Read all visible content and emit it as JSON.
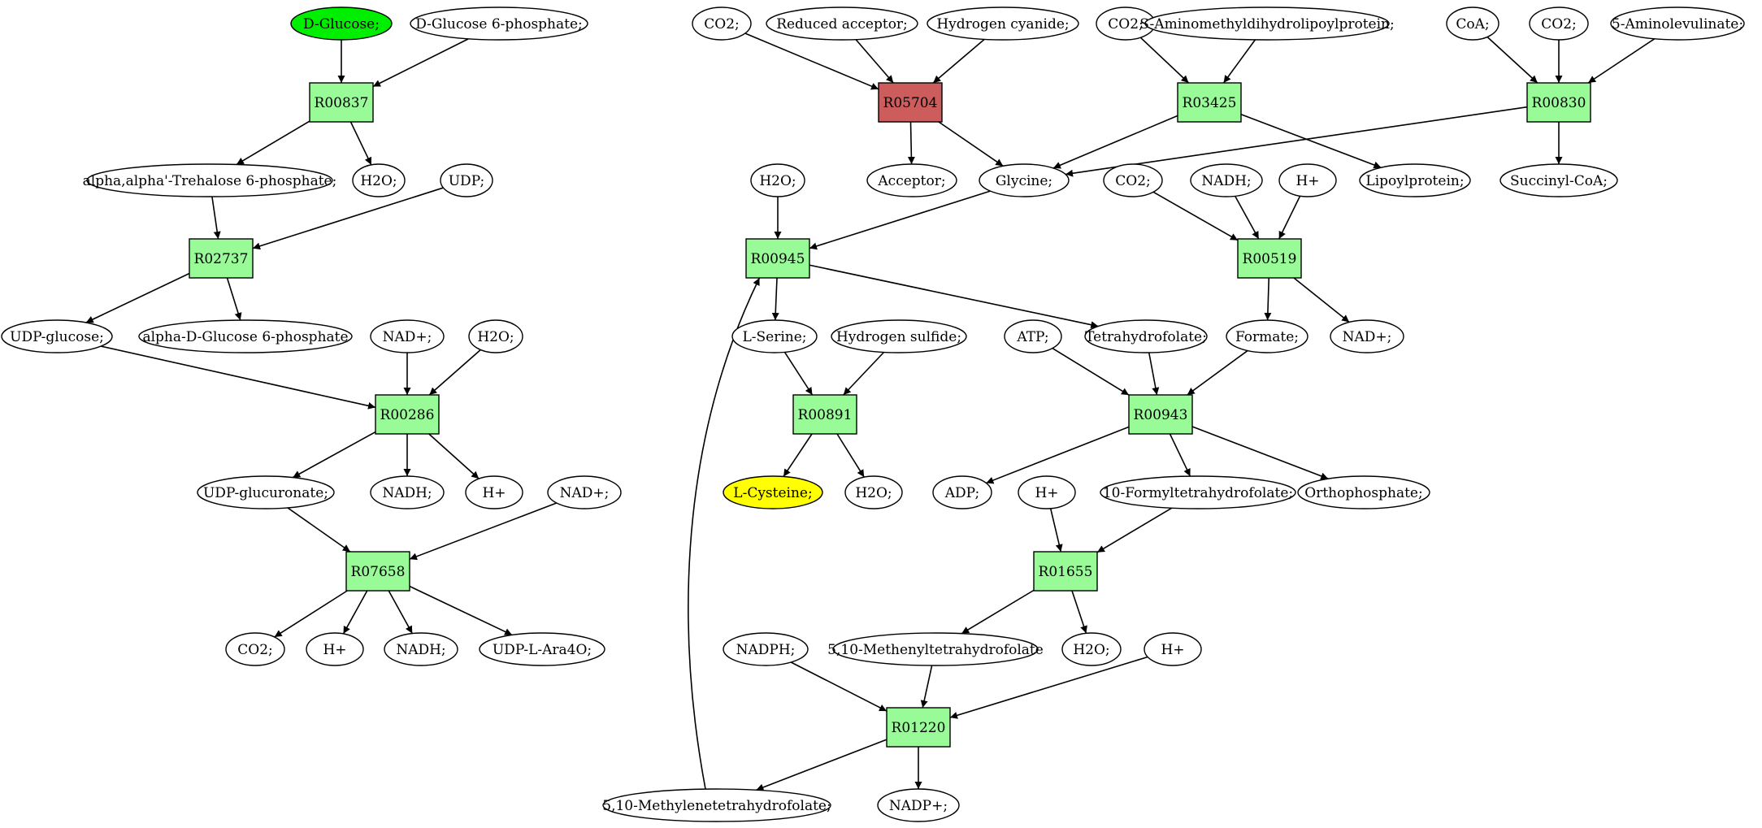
{
  "colors": {
    "reaction_fill": "#98fb98",
    "reaction_highlight_fill": "#cd5c5c",
    "compound_fill": "#ffffff",
    "start_fill": "#00ee00",
    "target_fill": "#ffff00",
    "edge": "#000000"
  },
  "nodes": {
    "c_dglucose": {
      "label": "D-Glucose;",
      "kind": "compound",
      "fill": "#00ee00"
    },
    "c_dglucose6p": {
      "label": "D-Glucose 6-phosphate;",
      "kind": "compound"
    },
    "r_R00837": {
      "label": "R00837",
      "kind": "reaction"
    },
    "c_trehalose6p": {
      "label": "alpha,alpha'-Trehalose 6-phosphate;",
      "kind": "compound"
    },
    "c_h2o_1": {
      "label": "H2O;",
      "kind": "compound"
    },
    "c_udp": {
      "label": "UDP;",
      "kind": "compound"
    },
    "r_R02737": {
      "label": "R02737",
      "kind": "reaction"
    },
    "c_udpglucose": {
      "label": "UDP-glucose;",
      "kind": "compound"
    },
    "c_adglucose6p": {
      "label": "alpha-D-Glucose 6-phosphate",
      "kind": "compound"
    },
    "c_nadp_1": {
      "label": "NAD+;",
      "kind": "compound"
    },
    "c_h2o_2": {
      "label": "H2O;",
      "kind": "compound"
    },
    "r_R00286": {
      "label": "R00286",
      "kind": "reaction"
    },
    "c_udpglucuronate": {
      "label": "UDP-glucuronate;",
      "kind": "compound"
    },
    "c_nadh_1": {
      "label": "NADH;",
      "kind": "compound"
    },
    "c_hplus_1": {
      "label": "H+",
      "kind": "compound"
    },
    "c_nadp_2": {
      "label": "NAD+;",
      "kind": "compound"
    },
    "r_R07658": {
      "label": "R07658",
      "kind": "reaction"
    },
    "c_co2_1": {
      "label": "CO2;",
      "kind": "compound"
    },
    "c_hplus_2": {
      "label": "H+",
      "kind": "compound"
    },
    "c_nadh_2": {
      "label": "NADH;",
      "kind": "compound"
    },
    "c_udpara4o": {
      "label": "UDP-L-Ara4O;",
      "kind": "compound"
    },
    "c_co2_2": {
      "label": "CO2;",
      "kind": "compound"
    },
    "c_redacceptor": {
      "label": "Reduced acceptor;",
      "kind": "compound"
    },
    "c_hcn": {
      "label": "Hydrogen cyanide;",
      "kind": "compound"
    },
    "r_R05704": {
      "label": "R05704",
      "kind": "reaction",
      "fill": "#cd5c5c"
    },
    "c_acceptor": {
      "label": "Acceptor;",
      "kind": "compound"
    },
    "c_glycine": {
      "label": "Glycine;",
      "kind": "compound"
    },
    "c_co2_3": {
      "label": "CO2;",
      "kind": "compound"
    },
    "c_samdhlp": {
      "label": "S-Aminomethyldihydrolipoylprotein;",
      "kind": "compound"
    },
    "r_R03425": {
      "label": "R03425",
      "kind": "reaction"
    },
    "c_lipoylprotein": {
      "label": "Lipoylprotein;",
      "kind": "compound"
    },
    "c_coa": {
      "label": "CoA;",
      "kind": "compound"
    },
    "c_co2_4": {
      "label": "CO2;",
      "kind": "compound"
    },
    "c_5ala": {
      "label": "5-Aminolevulinate;",
      "kind": "compound"
    },
    "r_R00830": {
      "label": "R00830",
      "kind": "reaction"
    },
    "c_succinylcoa": {
      "label": "Succinyl-CoA;",
      "kind": "compound"
    },
    "c_h2o_3": {
      "label": "H2O;",
      "kind": "compound"
    },
    "r_R00945": {
      "label": "R00945",
      "kind": "reaction"
    },
    "c_lserine": {
      "label": "L-Serine;",
      "kind": "compound"
    },
    "c_h2s": {
      "label": "Hydrogen sulfide;",
      "kind": "compound"
    },
    "r_R00891": {
      "label": "R00891",
      "kind": "reaction"
    },
    "c_lcysteine": {
      "label": "L-Cysteine;",
      "kind": "compound",
      "fill": "#ffff00"
    },
    "c_h2o_4": {
      "label": "H2O;",
      "kind": "compound"
    },
    "c_co2_5": {
      "label": "CO2;",
      "kind": "compound"
    },
    "c_nadh_3": {
      "label": "NADH;",
      "kind": "compound"
    },
    "c_hplus_3": {
      "label": "H+",
      "kind": "compound"
    },
    "r_R00519": {
      "label": "R00519",
      "kind": "reaction"
    },
    "c_formate": {
      "label": "Formate;",
      "kind": "compound"
    },
    "c_nadp_3": {
      "label": "NAD+;",
      "kind": "compound"
    },
    "c_atp": {
      "label": "ATP;",
      "kind": "compound"
    },
    "c_thf": {
      "label": "Tetrahydrofolate;",
      "kind": "compound"
    },
    "r_R00943": {
      "label": "R00943",
      "kind": "reaction"
    },
    "c_adp": {
      "label": "ADP;",
      "kind": "compound"
    },
    "c_hplus_4": {
      "label": "H+",
      "kind": "compound"
    },
    "c_10fthf": {
      "label": "10-Formyltetrahydrofolate;",
      "kind": "compound"
    },
    "c_orthophosphate": {
      "label": "Orthophosphate;",
      "kind": "compound"
    },
    "r_R01655": {
      "label": "R01655",
      "kind": "reaction"
    },
    "c_nadph": {
      "label": "NADPH;",
      "kind": "compound"
    },
    "c_methenylthf": {
      "label": "5,10-Methenyltetrahydrofolate",
      "kind": "compound"
    },
    "c_h2o_5": {
      "label": "H2O;",
      "kind": "compound"
    },
    "c_hplus_5": {
      "label": "H+",
      "kind": "compound"
    },
    "r_R01220": {
      "label": "R01220",
      "kind": "reaction"
    },
    "c_methylenethf": {
      "label": "5,10-Methylenetetrahydrofolate;",
      "kind": "compound"
    },
    "c_nadpplus": {
      "label": "NADP+;",
      "kind": "compound"
    }
  },
  "edges": [
    [
      "c_dglucose",
      "r_R00837"
    ],
    [
      "c_dglucose6p",
      "r_R00837"
    ],
    [
      "r_R00837",
      "c_trehalose6p"
    ],
    [
      "r_R00837",
      "c_h2o_1"
    ],
    [
      "c_trehalose6p",
      "r_R02737"
    ],
    [
      "c_udp",
      "r_R02737"
    ],
    [
      "r_R02737",
      "c_udpglucose"
    ],
    [
      "r_R02737",
      "c_adglucose6p"
    ],
    [
      "c_udpglucose",
      "r_R00286"
    ],
    [
      "c_nadp_1",
      "r_R00286"
    ],
    [
      "c_h2o_2",
      "r_R00286"
    ],
    [
      "r_R00286",
      "c_udpglucuronate"
    ],
    [
      "r_R00286",
      "c_nadh_1"
    ],
    [
      "r_R00286",
      "c_hplus_1"
    ],
    [
      "c_udpglucuronate",
      "r_R07658"
    ],
    [
      "c_nadp_2",
      "r_R07658"
    ],
    [
      "r_R07658",
      "c_co2_1"
    ],
    [
      "r_R07658",
      "c_hplus_2"
    ],
    [
      "r_R07658",
      "c_nadh_2"
    ],
    [
      "r_R07658",
      "c_udpara4o"
    ],
    [
      "c_co2_2",
      "r_R05704"
    ],
    [
      "c_redacceptor",
      "r_R05704"
    ],
    [
      "c_hcn",
      "r_R05704"
    ],
    [
      "r_R05704",
      "c_acceptor"
    ],
    [
      "r_R05704",
      "c_glycine"
    ],
    [
      "c_co2_3",
      "r_R03425"
    ],
    [
      "c_samdhlp",
      "r_R03425"
    ],
    [
      "r_R03425",
      "c_glycine"
    ],
    [
      "r_R03425",
      "c_lipoylprotein"
    ],
    [
      "c_coa",
      "r_R00830"
    ],
    [
      "c_co2_4",
      "r_R00830"
    ],
    [
      "c_5ala",
      "r_R00830"
    ],
    [
      "r_R00830",
      "c_glycine"
    ],
    [
      "r_R00830",
      "c_succinylcoa"
    ],
    [
      "c_h2o_3",
      "r_R00945"
    ],
    [
      "c_glycine",
      "r_R00945"
    ],
    [
      "c_methylenethf",
      "r_R00945"
    ],
    [
      "r_R00945",
      "c_lserine"
    ],
    [
      "r_R00945",
      "c_thf"
    ],
    [
      "c_lserine",
      "r_R00891"
    ],
    [
      "c_h2s",
      "r_R00891"
    ],
    [
      "r_R00891",
      "c_lcysteine"
    ],
    [
      "r_R00891",
      "c_h2o_4"
    ],
    [
      "c_co2_5",
      "r_R00519"
    ],
    [
      "c_nadh_3",
      "r_R00519"
    ],
    [
      "c_hplus_3",
      "r_R00519"
    ],
    [
      "r_R00519",
      "c_formate"
    ],
    [
      "r_R00519",
      "c_nadp_3"
    ],
    [
      "c_atp",
      "r_R00943"
    ],
    [
      "c_thf",
      "r_R00943"
    ],
    [
      "c_formate",
      "r_R00943"
    ],
    [
      "r_R00943",
      "c_adp"
    ],
    [
      "r_R00943",
      "c_10fthf"
    ],
    [
      "r_R00943",
      "c_orthophosphate"
    ],
    [
      "c_hplus_4",
      "r_R01655"
    ],
    [
      "c_10fthf",
      "r_R01655"
    ],
    [
      "r_R01655",
      "c_methenylthf"
    ],
    [
      "r_R01655",
      "c_h2o_5"
    ],
    [
      "c_nadph",
      "r_R01220"
    ],
    [
      "c_methenylthf",
      "r_R01220"
    ],
    [
      "c_hplus_5",
      "r_R01220"
    ],
    [
      "r_R01220",
      "c_methylenethf"
    ],
    [
      "r_R01220",
      "c_nadpplus"
    ]
  ]
}
